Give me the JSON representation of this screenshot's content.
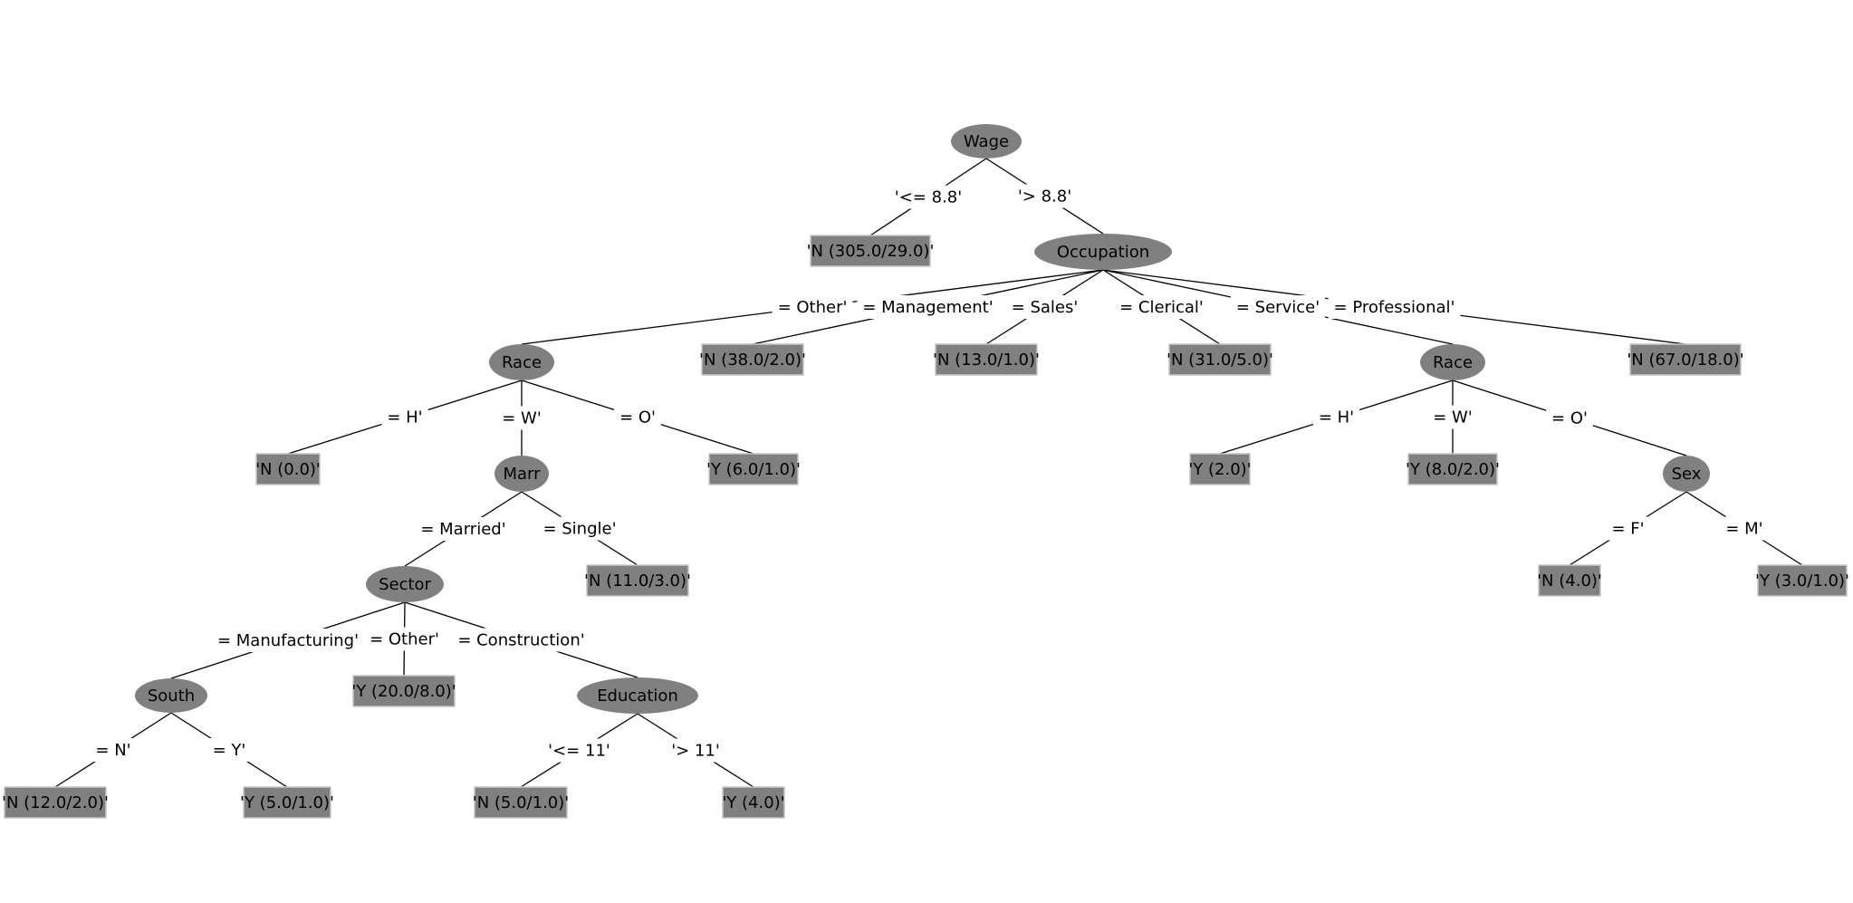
{
  "tree": {
    "nodes": [
      {
        "id": "wage",
        "kind": "split",
        "label": "Wage"
      },
      {
        "id": "leaf-n-305",
        "kind": "leaf",
        "label": "'N (305.0/29.0)'"
      },
      {
        "id": "occupation",
        "kind": "split",
        "label": "Occupation"
      },
      {
        "id": "race-other",
        "kind": "split",
        "label": "Race"
      },
      {
        "id": "leaf-n-38",
        "kind": "leaf",
        "label": "'N (38.0/2.0)'"
      },
      {
        "id": "leaf-n-13",
        "kind": "leaf",
        "label": "'N (13.0/1.0)'"
      },
      {
        "id": "leaf-n-31",
        "kind": "leaf",
        "label": "'N (31.0/5.0)'"
      },
      {
        "id": "race-service",
        "kind": "split",
        "label": "Race"
      },
      {
        "id": "leaf-n-67",
        "kind": "leaf",
        "label": "'N (67.0/18.0)'"
      },
      {
        "id": "leaf-n-0",
        "kind": "leaf",
        "label": "'N (0.0)'"
      },
      {
        "id": "marr",
        "kind": "split",
        "label": "Marr"
      },
      {
        "id": "leaf-y-6",
        "kind": "leaf",
        "label": "'Y (6.0/1.0)'"
      },
      {
        "id": "leaf-y-2",
        "kind": "leaf",
        "label": "'Y (2.0)'"
      },
      {
        "id": "leaf-y-8",
        "kind": "leaf",
        "label": "'Y (8.0/2.0)'"
      },
      {
        "id": "sex",
        "kind": "split",
        "label": "Sex"
      },
      {
        "id": "sector",
        "kind": "split",
        "label": "Sector"
      },
      {
        "id": "leaf-n-11",
        "kind": "leaf",
        "label": "'N (11.0/3.0)'"
      },
      {
        "id": "leaf-n-4",
        "kind": "leaf",
        "label": "'N (4.0)'"
      },
      {
        "id": "leaf-y-3",
        "kind": "leaf",
        "label": "'Y (3.0/1.0)'"
      },
      {
        "id": "south",
        "kind": "split",
        "label": "South"
      },
      {
        "id": "leaf-y-20",
        "kind": "leaf",
        "label": "'Y (20.0/8.0)'"
      },
      {
        "id": "education",
        "kind": "split",
        "label": "Education"
      },
      {
        "id": "leaf-n-12",
        "kind": "leaf",
        "label": "'N (12.0/2.0)'"
      },
      {
        "id": "leaf-y-5",
        "kind": "leaf",
        "label": "'Y (5.0/1.0)'"
      },
      {
        "id": "leaf-n-5",
        "kind": "leaf",
        "label": "'N (5.0/1.0)'"
      },
      {
        "id": "leaf-y-4",
        "kind": "leaf",
        "label": "'Y (4.0)'"
      }
    ],
    "edges": [
      {
        "from": "wage",
        "to": "leaf-n-305",
        "label": "'<= 8.8'"
      },
      {
        "from": "wage",
        "to": "occupation",
        "label": "'> 8.8'"
      },
      {
        "from": "occupation",
        "to": "race-other",
        "label": "= Other'"
      },
      {
        "from": "occupation",
        "to": "leaf-n-38",
        "label": "= Management'"
      },
      {
        "from": "occupation",
        "to": "leaf-n-13",
        "label": "= Sales'"
      },
      {
        "from": "occupation",
        "to": "leaf-n-31",
        "label": "= Clerical'"
      },
      {
        "from": "occupation",
        "to": "race-service",
        "label": "= Service'"
      },
      {
        "from": "occupation",
        "to": "leaf-n-67",
        "label": "= Professional'"
      },
      {
        "from": "race-other",
        "to": "leaf-n-0",
        "label": "= H'"
      },
      {
        "from": "race-other",
        "to": "marr",
        "label": "= W'"
      },
      {
        "from": "race-other",
        "to": "leaf-y-6",
        "label": "= O'"
      },
      {
        "from": "race-service",
        "to": "leaf-y-2",
        "label": "= H'"
      },
      {
        "from": "race-service",
        "to": "leaf-y-8",
        "label": "= W'"
      },
      {
        "from": "race-service",
        "to": "sex",
        "label": "= O'"
      },
      {
        "from": "marr",
        "to": "sector",
        "label": "= Married'"
      },
      {
        "from": "marr",
        "to": "leaf-n-11",
        "label": "= Single'"
      },
      {
        "from": "sex",
        "to": "leaf-n-4",
        "label": "= F'"
      },
      {
        "from": "sex",
        "to": "leaf-y-3",
        "label": "= M'"
      },
      {
        "from": "sector",
        "to": "south",
        "label": "= Manufacturing'"
      },
      {
        "from": "sector",
        "to": "leaf-y-20",
        "label": "= Other'"
      },
      {
        "from": "sector",
        "to": "education",
        "label": "= Construction'"
      },
      {
        "from": "south",
        "to": "leaf-n-12",
        "label": "= N'"
      },
      {
        "from": "south",
        "to": "leaf-y-5",
        "label": "= Y'"
      },
      {
        "from": "education",
        "to": "leaf-n-5",
        "label": "'<= 11'"
      },
      {
        "from": "education",
        "to": "leaf-y-4",
        "label": "'> 11'"
      }
    ]
  }
}
